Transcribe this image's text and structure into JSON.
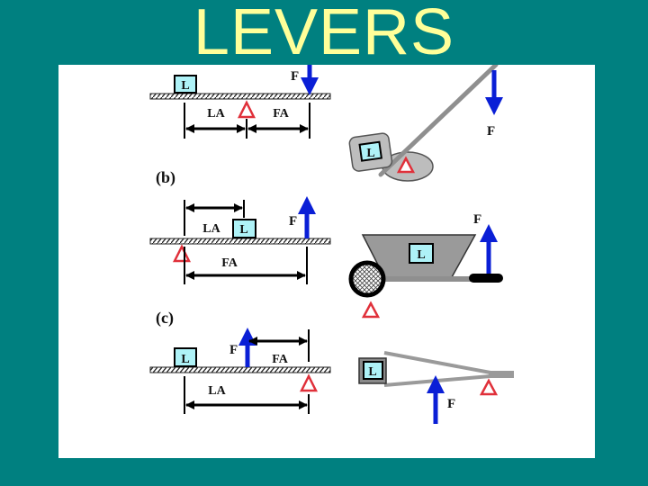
{
  "title": "LEVERS",
  "labels": {
    "load": "L",
    "force": "F",
    "load_arm": "LA",
    "force_arm": "FA"
  },
  "sections": [
    "(b)",
    "(c)"
  ],
  "icons": [
    "fulcrum-triangle-icon",
    "force-arrow-icon",
    "load-box-icon",
    "wheelbarrow-icon",
    "tweezers-icon",
    "seesaw-lever-icon"
  ],
  "colors": {
    "background": "#008080",
    "title": "#ffff99",
    "force_arrow": "#0a1fd6",
    "fulcrum": "#e0303a",
    "load_box": "#aef2f7",
    "gray_body": "#8f8f8f"
  }
}
